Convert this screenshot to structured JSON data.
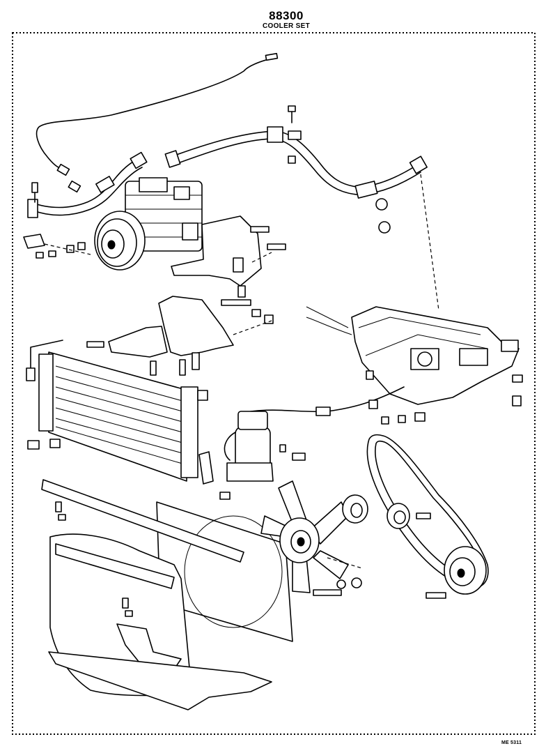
{
  "header": {
    "part_number": "88300",
    "part_name": "COOLER SET"
  },
  "footer": {
    "drawing_code": "ME 5311"
  }
}
